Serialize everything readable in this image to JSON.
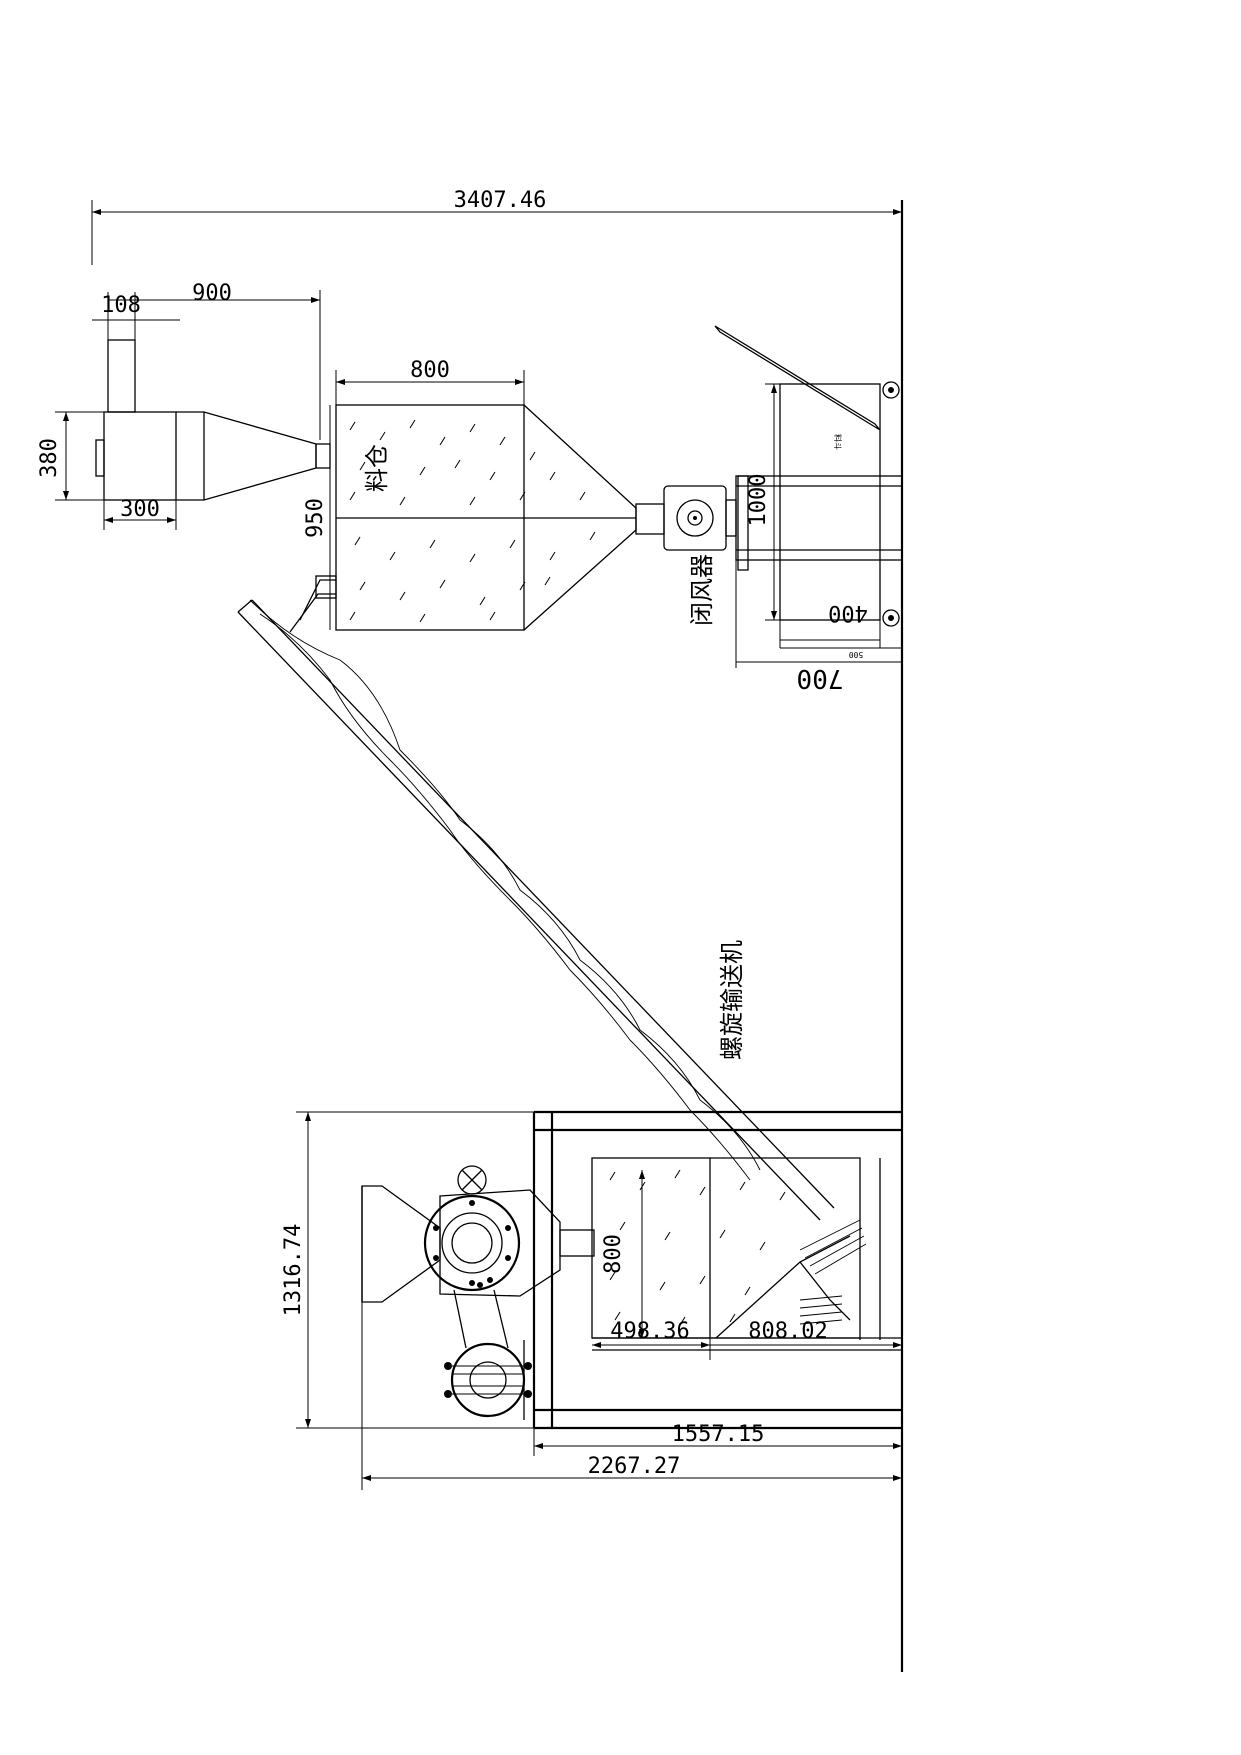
{
  "dimensions": {
    "overall_width": "3407.46",
    "cyclone_offset": "108",
    "cyclone_to_bin": "900",
    "bin_width": "800",
    "cyclone_height": "380",
    "cyclone_body": "300",
    "bin_height": "950",
    "feeder_height": "1000",
    "feeder_width": "400",
    "feeder_small": "500",
    "feeder_base": "700",
    "machine_height": "1316.74",
    "tank_height": "800",
    "tank_left": "498.36",
    "tank_right": "808.02",
    "frame_width": "1557.15",
    "machine_total": "2267.27"
  },
  "labels": {
    "bin": "料仓",
    "airlock": "闭风器",
    "screw_conveyor": "螺旋输送机",
    "feeder_tag": "料斗"
  }
}
